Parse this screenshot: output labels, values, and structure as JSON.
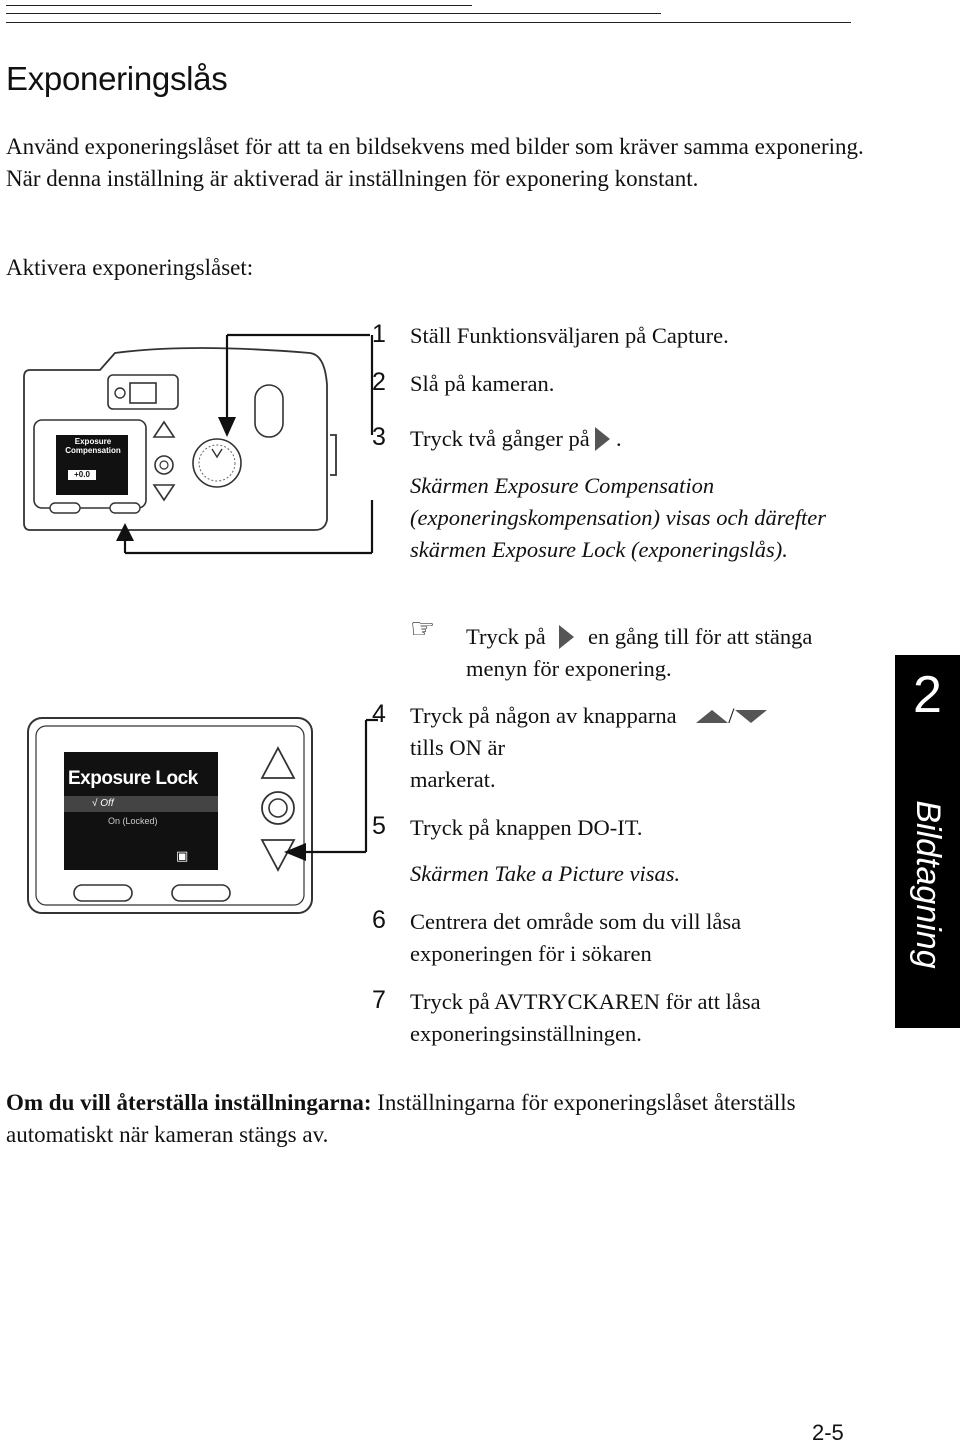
{
  "title": "Exponeringslås",
  "intro": "Använd exponeringslåset för att ta en bildsekvens med bilder som kräver samma exponering. När denna inställning är aktiverad är inställningen för exponering konstant.",
  "activate_heading": "Aktivera exponeringslåset:",
  "steps": [
    {
      "num": "1",
      "text": "Ställ Funktionsväljaren på Capture."
    },
    {
      "num": "2",
      "text": "Slå på kameran."
    },
    {
      "num": "3",
      "text_before": "Tryck två gånger på",
      "text_after": ".",
      "note": "Skärmen Exposure Compensation (exponeringskompensation) visas och därefter skärmen Exposure Lock (exponeringslås)."
    },
    {
      "num": "4",
      "text_before": "Tryck på någon av knapparna",
      "separator": "/",
      "text_after": "tills ON är markerat."
    },
    {
      "num": "5",
      "text": "Tryck på knappen DO-IT.",
      "note": "Skärmen Take a Picture visas."
    },
    {
      "num": "6",
      "text": "Centrera det område som du vill låsa exponeringen för i sökaren"
    },
    {
      "num": "7",
      "text": "Tryck på AVTRYCKAREN för att låsa exponeringsinställningen."
    }
  ],
  "tip": {
    "before": "Tryck på",
    "after": "en gång till för att stänga menyn för exponering."
  },
  "reset": {
    "bold": "Om du vill återställa inställningarna:",
    "text": " Inställningarna för exponeringslåset återställs automatiskt när kameran stängs av."
  },
  "camera_screen_1": {
    "title": "Exposure Compensation",
    "value": "+0.0"
  },
  "camera_screen_2": {
    "title": "Exposure Lock",
    "item1": "√ Off",
    "item2": "On (Locked)"
  },
  "side_tab": {
    "number": "2",
    "label": "Bildtagning"
  },
  "page_number": "2-5"
}
